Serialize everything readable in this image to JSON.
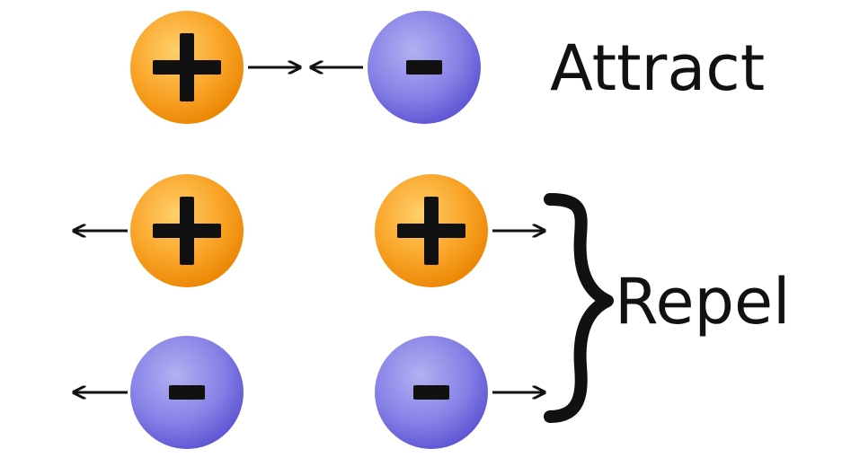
{
  "labels": {
    "attract": "Attract",
    "repel": "Repel"
  },
  "particles": [
    {
      "charge": "+",
      "kind": "positive"
    },
    {
      "charge": "−",
      "kind": "negative"
    },
    {
      "charge": "+",
      "kind": "positive"
    },
    {
      "charge": "+",
      "kind": "positive"
    },
    {
      "charge": "−",
      "kind": "negative"
    },
    {
      "charge": "−",
      "kind": "negative"
    }
  ],
  "colors": {
    "positive_inner": "#ffc85a",
    "positive_outer": "#f08a00",
    "negative_inner": "#aaa6ee",
    "negative_outer": "#5a4fd0",
    "ink": "#111111"
  }
}
